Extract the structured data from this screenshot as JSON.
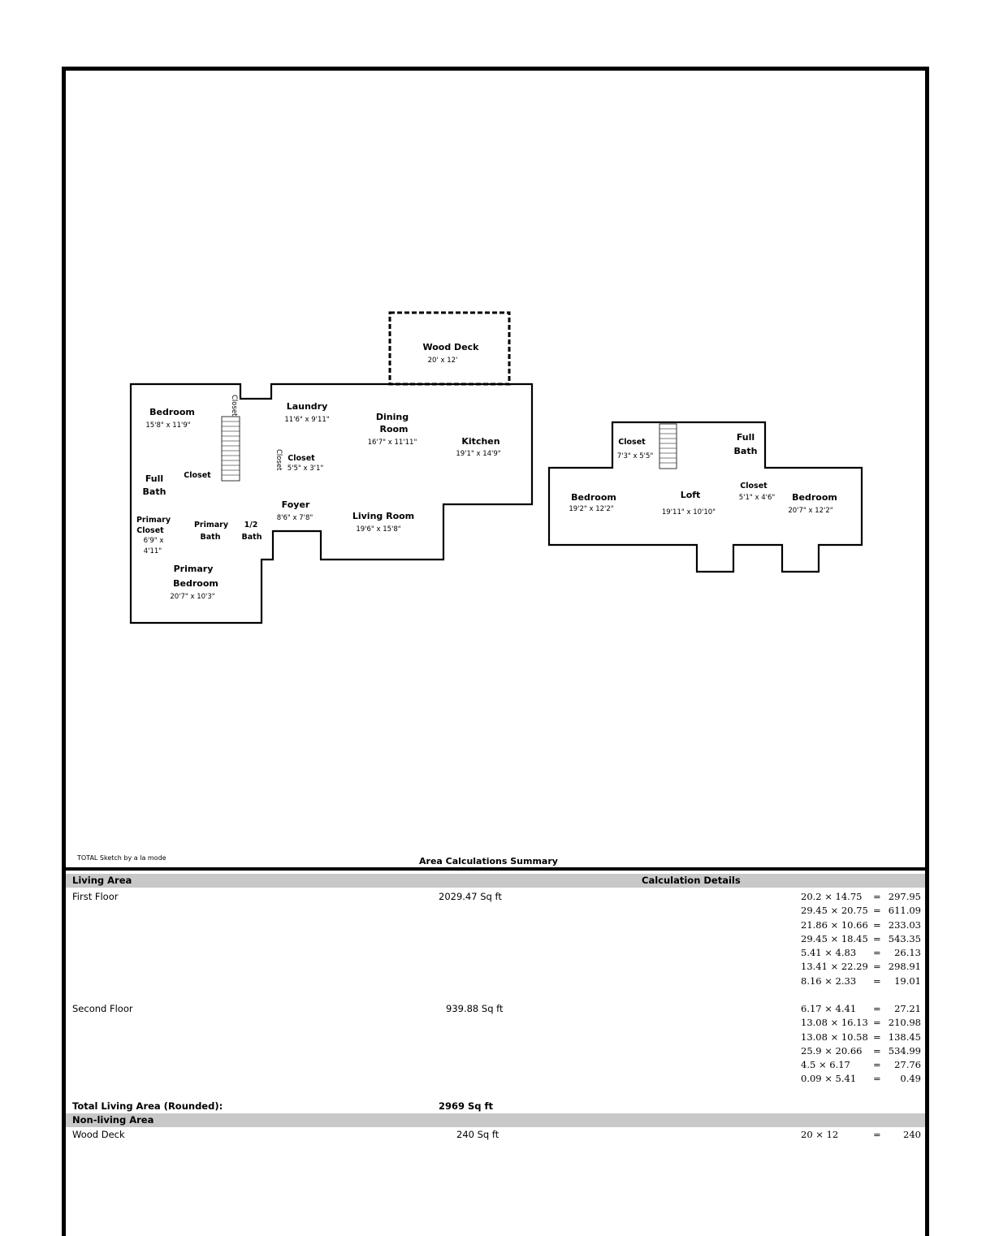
{
  "plan": {
    "first_floor": {
      "rooms": [
        {
          "id": "bedroom",
          "name": "Bedroom",
          "dim": "15'8\" x 11'9\""
        },
        {
          "id": "laundry",
          "name": "Laundry",
          "dim": "11'6\" x 9'11\""
        },
        {
          "id": "dining",
          "name_lines": [
            "Dining",
            "Room"
          ],
          "dim": "16'7\" x 11'11\""
        },
        {
          "id": "kitchen",
          "name": "Kitchen",
          "dim": "19'1\" x 14'9\""
        },
        {
          "id": "closet-a",
          "name": "Closet"
        },
        {
          "id": "closet-b",
          "name": "Closet",
          "dim": "5'5\" x 3'1\""
        },
        {
          "id": "full-bath",
          "name_lines": [
            "Full",
            "Bath"
          ]
        },
        {
          "id": "foyer",
          "name": "Foyer",
          "dim": "8'6\" x 7'8\""
        },
        {
          "id": "living",
          "name": "Living Room",
          "dim": "19'6\" x 15'8\""
        },
        {
          "id": "primary-closet",
          "name_lines": [
            "Primary",
            "Closet"
          ],
          "dim_lines": [
            "6'9\" x",
            "4'11\""
          ]
        },
        {
          "id": "primary-bath",
          "name_lines": [
            "Primary",
            "Bath"
          ]
        },
        {
          "id": "half-bath",
          "name_lines": [
            "1/2",
            "Bath"
          ]
        },
        {
          "id": "primary-bedroom",
          "name_lines": [
            "Primary",
            "Bedroom"
          ],
          "dim": "20'7\" x 10'3\""
        }
      ],
      "vertical_closet_1": "Closet",
      "vertical_closet_2": "Closet"
    },
    "deck": {
      "name": "Wood Deck",
      "dim": "20' x 12'"
    },
    "second_floor": {
      "rooms": [
        {
          "id": "closet",
          "name": "Closet",
          "dim": "7'3\" x 5'5\""
        },
        {
          "id": "full-bath",
          "name_lines": [
            "Full",
            "Bath"
          ]
        },
        {
          "id": "bedroom-left",
          "name": "Bedroom",
          "dim": "19'2\" x 12'2\""
        },
        {
          "id": "loft",
          "name": "Loft",
          "dim": "19'11\" x 10'10\""
        },
        {
          "id": "closet-2",
          "name": "Closet",
          "dim": "5'1\" x 4'6\""
        },
        {
          "id": "bedroom-right",
          "name": "Bedroom",
          "dim": "20'7\" x 12'2\""
        }
      ]
    }
  },
  "credit": "TOTAL Sketch by a la mode",
  "summary": {
    "title": "Area Calculations Summary",
    "living_header": "Living Area",
    "calc_header": "Calculation Details",
    "rows": [
      {
        "label": "First Floor",
        "area": "2029.47 Sq ft",
        "calcs": [
          {
            "expr": "20.2 × 14.75",
            "result": "297.95"
          },
          {
            "expr": "29.45 × 20.75",
            "result": "611.09"
          },
          {
            "expr": "21.86 × 10.66",
            "result": "233.03"
          },
          {
            "expr": "29.45 × 18.45",
            "result": "543.35"
          },
          {
            "expr": "5.41 × 4.83",
            "result": "26.13"
          },
          {
            "expr": "13.41 × 22.29",
            "result": "298.91"
          },
          {
            "expr": "8.16 × 2.33",
            "result": "19.01"
          }
        ]
      },
      {
        "label": "Second Floor",
        "area": "939.88 Sq ft",
        "calcs": [
          {
            "expr": "6.17 × 4.41",
            "result": "27.21"
          },
          {
            "expr": "13.08 × 16.13",
            "result": "210.98"
          },
          {
            "expr": "13.08 × 10.58",
            "result": "138.45"
          },
          {
            "expr": "25.9 × 20.66",
            "result": "534.99"
          },
          {
            "expr": "4.5 × 6.17",
            "result": "27.76"
          },
          {
            "expr": "0.09 × 5.41",
            "result": "0.49"
          }
        ]
      }
    ],
    "total_label": "Total Living Area (Rounded):",
    "total_value": "2969 Sq ft",
    "nonliving_header": "Non-living Area",
    "nonliving": {
      "label": "Wood Deck",
      "area": "240 Sq ft",
      "calc": {
        "expr": "20 × 12",
        "result": "240"
      }
    }
  }
}
